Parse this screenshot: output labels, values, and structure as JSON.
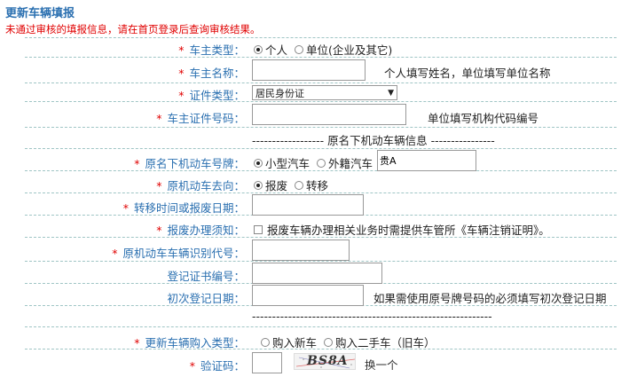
{
  "header": {
    "title": "更新车辆填报",
    "warning": "未通过审核的填报信息，请在首页登录后查询审核结果。"
  },
  "form": {
    "owner_type": {
      "label": "车主类型：",
      "options": [
        "个人",
        "单位(企业及其它)"
      ],
      "selected": 0
    },
    "owner_name": {
      "label": "车主名称：",
      "value": "",
      "hint": "个人填写姓名，单位填写单位名称"
    },
    "id_type": {
      "label": "证件类型：",
      "value": "居民身份证"
    },
    "id_number": {
      "label": "车主证件号码：",
      "value": "",
      "hint": "单位填写机构代码编号"
    },
    "section_old": "------------------ 原名下机动车辆信息 ----------------",
    "old_plate": {
      "label": "原名下机动车号牌：",
      "options": [
        "小型汽车",
        "外籍汽车"
      ],
      "selected": 0,
      "value": "贵A"
    },
    "old_destination": {
      "label": "原机动车去向：",
      "options": [
        "报废",
        "转移"
      ],
      "selected": 0
    },
    "transfer_date": {
      "label": "转移时间或报废日期：",
      "value": ""
    },
    "scrap_notice": {
      "label": "报废办理须知：",
      "text": "报废车辆办理相关业务时需提供车管所《车辆注销证明》。"
    },
    "old_vin": {
      "label": "原机动车车辆识别代号：",
      "value": ""
    },
    "reg_cert": {
      "label": "登记证书编号：",
      "value": ""
    },
    "first_reg_date": {
      "label": "初次登记日期：",
      "value": "",
      "hint": "如果需使用原号牌号码的必须填写初次登记日期"
    },
    "section_new": "------------------------------------------------------------",
    "new_purchase_type": {
      "label": "更新车辆购入类型：",
      "options": [
        "购入新车",
        "购入二手车（旧车）"
      ],
      "selected": -1
    },
    "captcha": {
      "label": "验证码：",
      "value": "",
      "image_text": "BS8A",
      "refresh": "换一个"
    }
  },
  "colors": {
    "label_blue": "#2a6fb0",
    "required_red": "#e00000",
    "dashed_line": "#9fc5c5"
  }
}
